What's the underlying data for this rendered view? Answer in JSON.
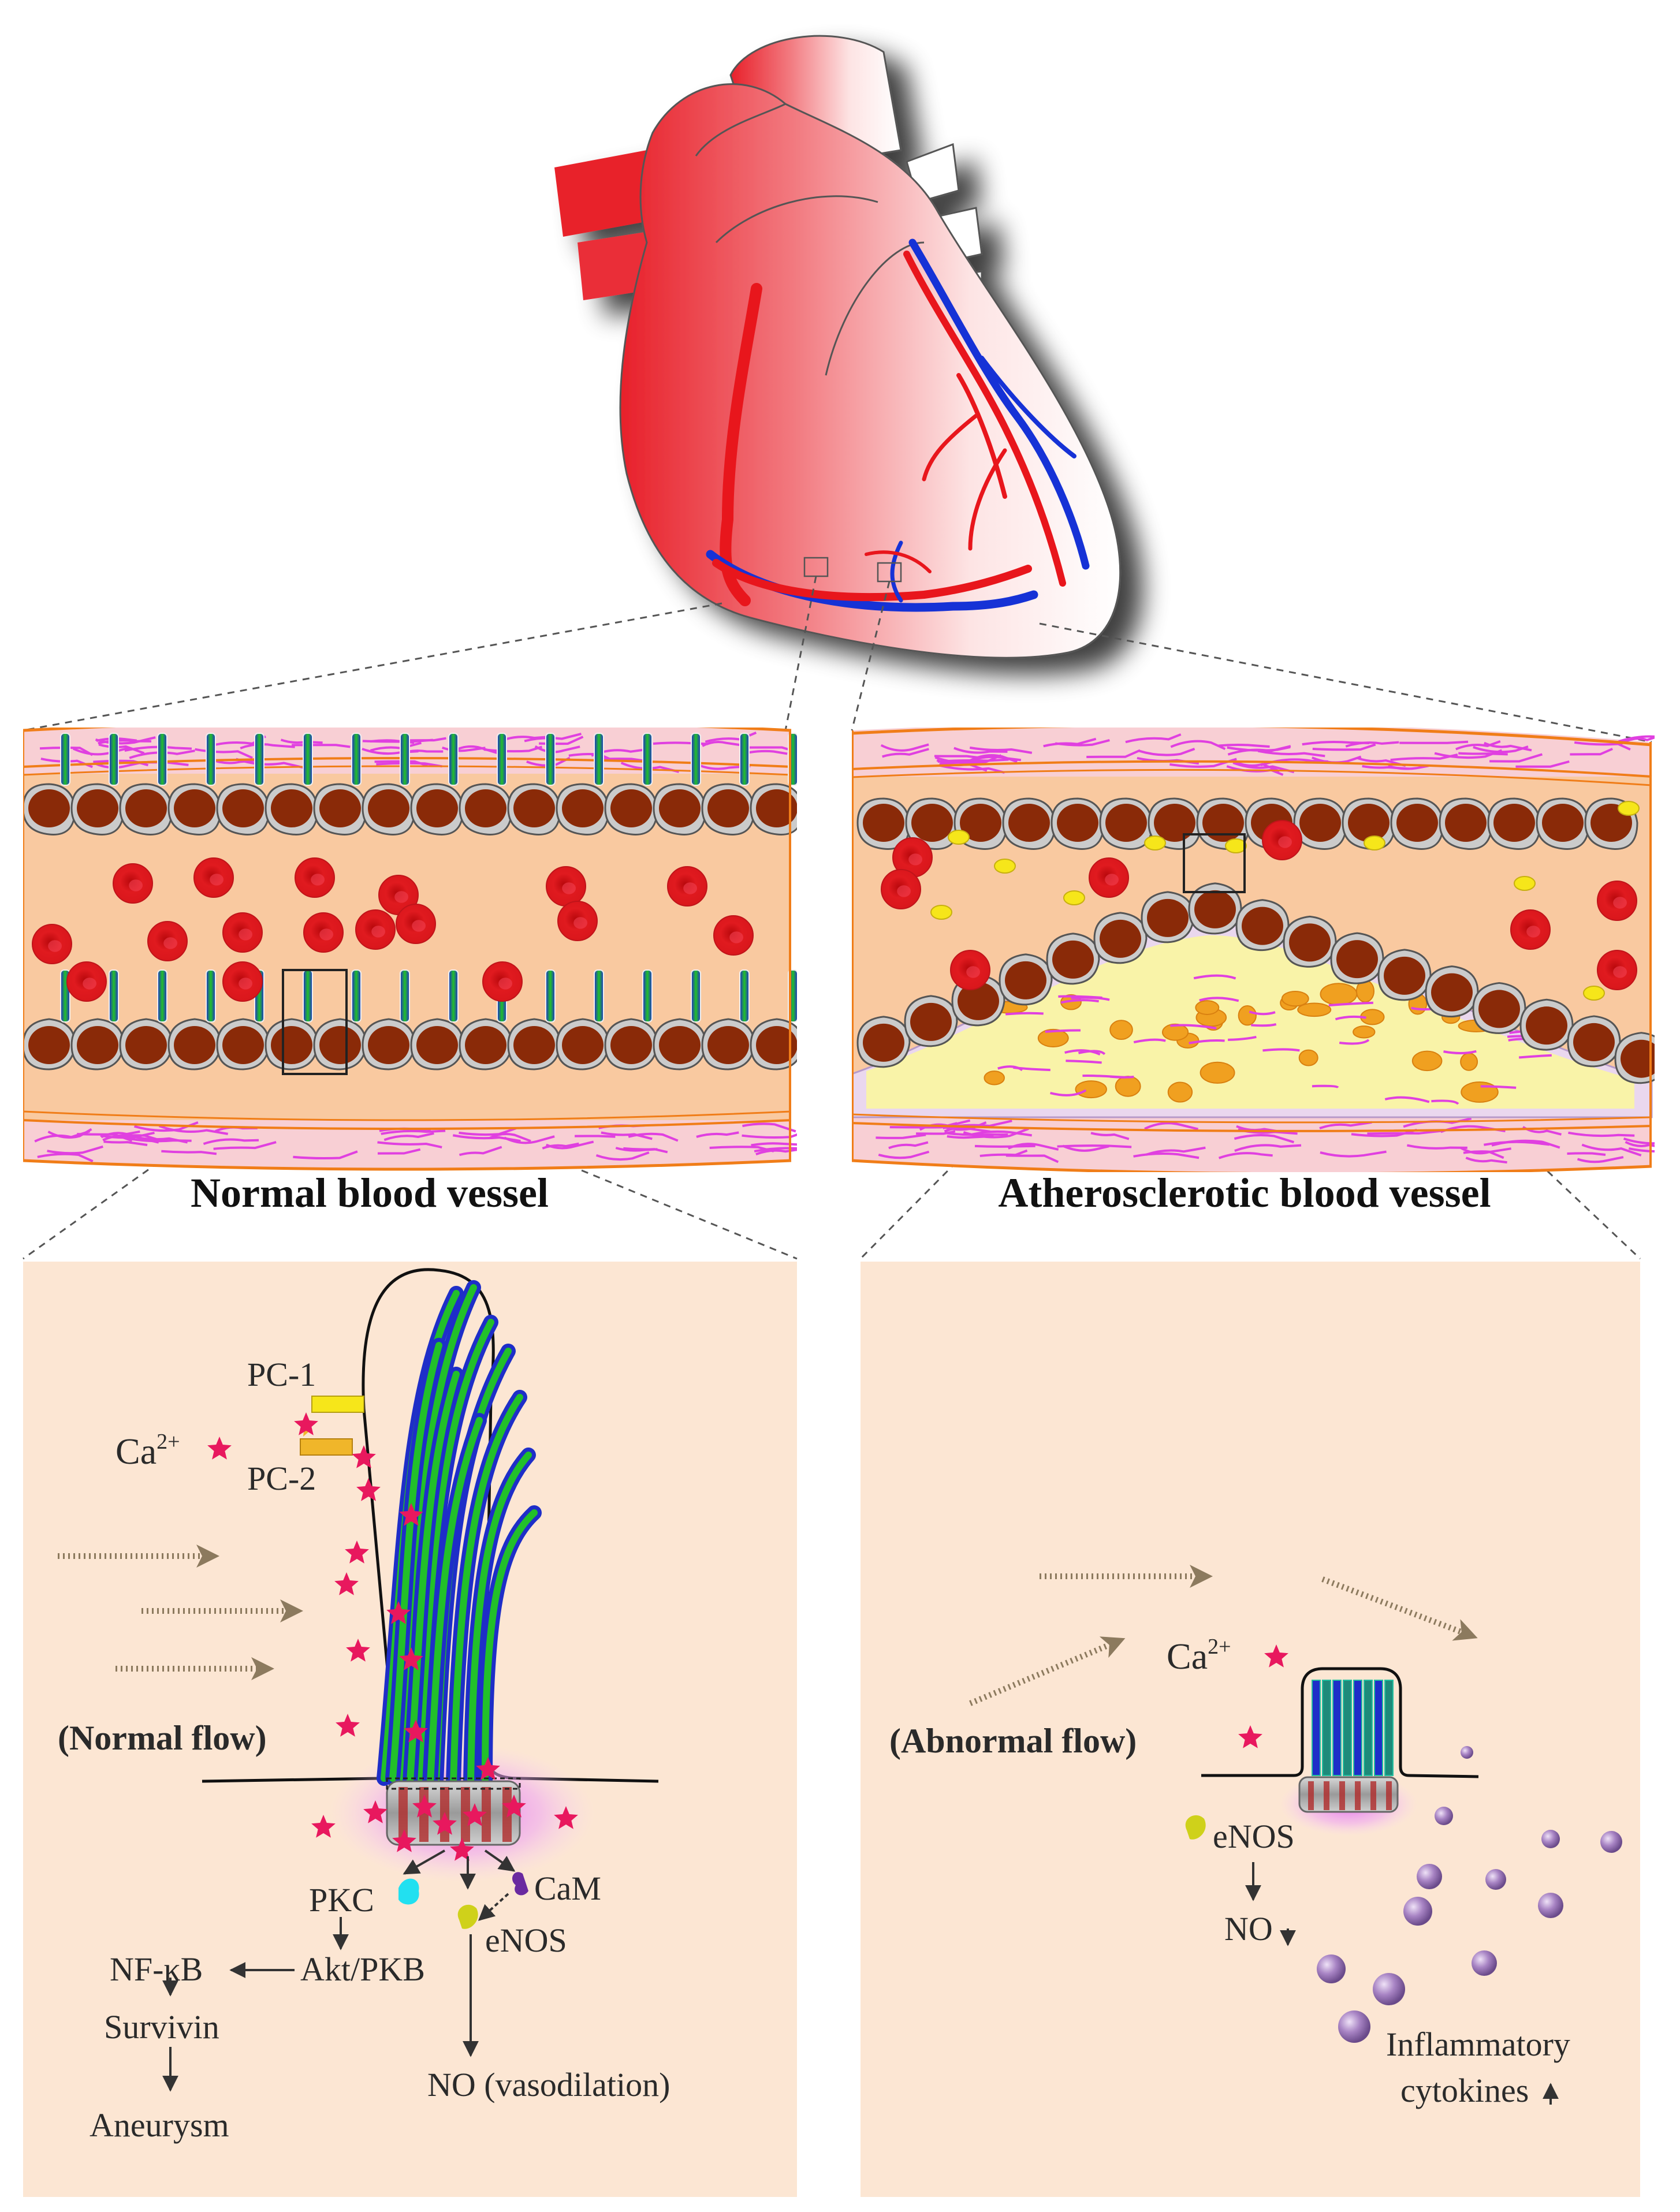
{
  "captions": {
    "normal_vessel": "Normal blood vessel",
    "athero_vessel": "Atherosclerotic blood vessel"
  },
  "normal_panel": {
    "pc1": "PC-1",
    "pc2": "PC-2",
    "ca_label": "Ca",
    "ca_sup": "2+",
    "flow_label": "(Normal flow)",
    "pkc": "PKC",
    "cam": "CaM",
    "enos": "eNOS",
    "akt": "Akt/PKB",
    "nfkb": "NF-κB",
    "survivin": "Survivin",
    "aneurysm": "Aneurysm",
    "no": "NO (vasodilation)"
  },
  "abnormal_panel": {
    "ca_label": "Ca",
    "ca_sup": "2+",
    "flow_label": "(Abnormal flow)",
    "enos": "eNOS",
    "no": "NO",
    "cytokines_line1": "Inflammatory",
    "cytokines_line2": "cytokines"
  },
  "colors": {
    "panel_bg": "#fce6d3",
    "artery_red": "#e8141b",
    "vein_blue": "#1430d6",
    "calcium_star": "#e8185e",
    "nucleus_brown": "#8a2a08",
    "rbc_red": "#d9161b",
    "collagen_magenta": "#e040e0",
    "lumen_peach": "#f9c9a0",
    "plaque_yellow": "#f9f3a8",
    "cilium_green": "#22c02a",
    "cilium_blue": "#1e2ec8",
    "cytokine_purple": "#9c7ab8"
  },
  "icons": [
    "heart-illustration",
    "blood-vessel-cross-section",
    "primary-cilium",
    "calcium-star-icon",
    "flow-arrow-icon",
    "cytokine-sphere-icon",
    "up-arrow-icon",
    "down-arrow-icon"
  ]
}
